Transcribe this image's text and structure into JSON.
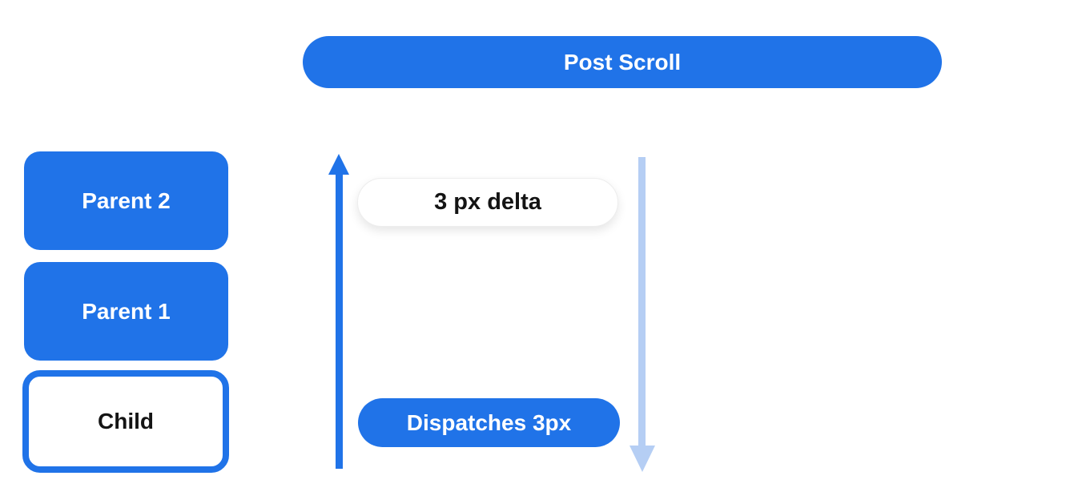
{
  "colors": {
    "primary_blue": "#2073E8",
    "light_blue": "#B5CEF4",
    "pill_border": "#EDEDED",
    "text_dark": "#141414",
    "text_white": "#FFFFFF"
  },
  "top_bar": {
    "label": "Post Scroll"
  },
  "widget_stack": {
    "boxes": [
      {
        "label": "Parent 2",
        "variant": "filled"
      },
      {
        "label": "Parent 1",
        "variant": "filled"
      },
      {
        "label": "Child",
        "variant": "outlined"
      }
    ]
  },
  "flow": {
    "up_arrow_icon": "up-arrow",
    "down_arrow_icon": "down-arrow",
    "delta_pill_label": "3 px delta",
    "dispatch_pill_label": "Dispatches 3px"
  }
}
